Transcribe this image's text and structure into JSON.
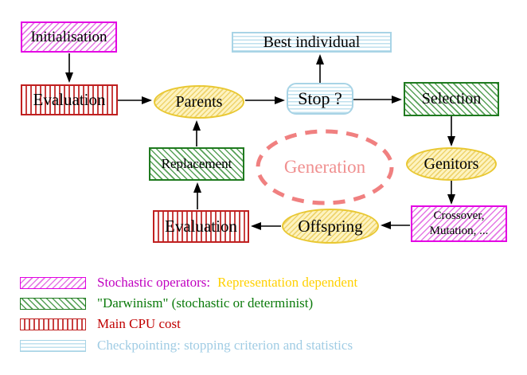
{
  "diagram": {
    "nodes": {
      "initialisation": "Initialisation",
      "evaluation_top": "Evaluation",
      "parents": "Parents",
      "best_individual": "Best individual",
      "stop": "Stop ?",
      "selection": "Selection",
      "genitors": "Genitors",
      "crossover_line1": "Crossover,",
      "crossover_line2": "Mutation, ...",
      "offspring": "Offspring",
      "evaluation_bottom": "Evaluation",
      "replacement": "Replacement",
      "generation": "Generation"
    },
    "legend": [
      {
        "swatch": "magenta-diagonal-hatch",
        "label": "Stochastic operators:",
        "label2": "Representation dependent",
        "label_color": "#c000c0",
        "label2_color": "#ffd000"
      },
      {
        "swatch": "green-diagonal-hatch",
        "label": "\"Darwinism\" (stochastic or determinist)",
        "label_color": "#0b7a0b"
      },
      {
        "swatch": "red-vertical-stripes",
        "label": "Main CPU cost",
        "label_color": "#c00000"
      },
      {
        "swatch": "cyan-horizontal-lines",
        "label": "Checkpointing: stopping criterion and statistics",
        "label_color": "#a0cce4"
      }
    ],
    "colors": {
      "stochastic_magenta": "#e400e4",
      "darwinism_green": "#1f7a1f",
      "cpu_red": "#c02020",
      "checkpoint_cyan": "#a8d4e6",
      "population_yellow": "#e9c832",
      "generation_salmon": "#f08080",
      "arrow_black": "#000000"
    }
  }
}
